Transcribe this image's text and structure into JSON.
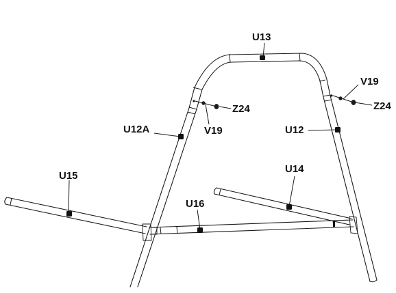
{
  "labels": {
    "u13": "U13",
    "u12a": "U12A",
    "u12": "U12",
    "u14": "U14",
    "u15": "U15",
    "u16": "U16",
    "v19_left": "V19",
    "v19_right": "V19",
    "z24_left": "Z24",
    "z24_right": "Z24"
  },
  "colors": {
    "line": "#1a1a1a",
    "background": "#ffffff"
  }
}
